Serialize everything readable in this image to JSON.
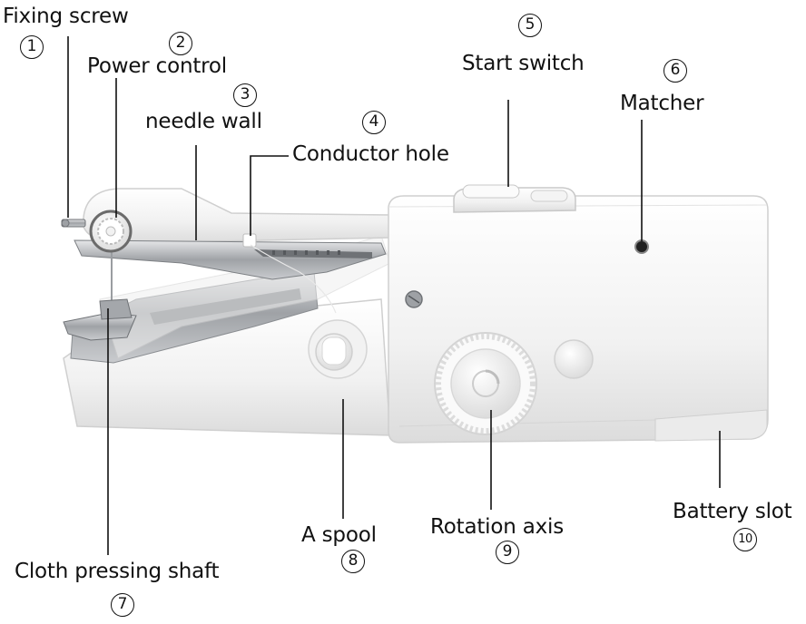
{
  "parts": [
    {
      "number": "1",
      "label": "Fixing screw"
    },
    {
      "number": "2",
      "label": "Power control"
    },
    {
      "number": "3",
      "label": "needle wall"
    },
    {
      "number": "4",
      "label": "Conductor hole"
    },
    {
      "number": "5",
      "label": "Start switch"
    },
    {
      "number": "6",
      "label": "Matcher"
    },
    {
      "number": "7",
      "label": "Cloth pressing shaft"
    },
    {
      "number": "8",
      "label": "A spool"
    },
    {
      "number": "9",
      "label": "Rotation axis"
    },
    {
      "number": "10",
      "label": "Battery slot"
    }
  ],
  "colors": {
    "machine_body": "#f4f4f4",
    "machine_shadow": "#d9d9d9",
    "metal": "#a9acb0",
    "leader_line": "#111111",
    "text": "#111111"
  }
}
